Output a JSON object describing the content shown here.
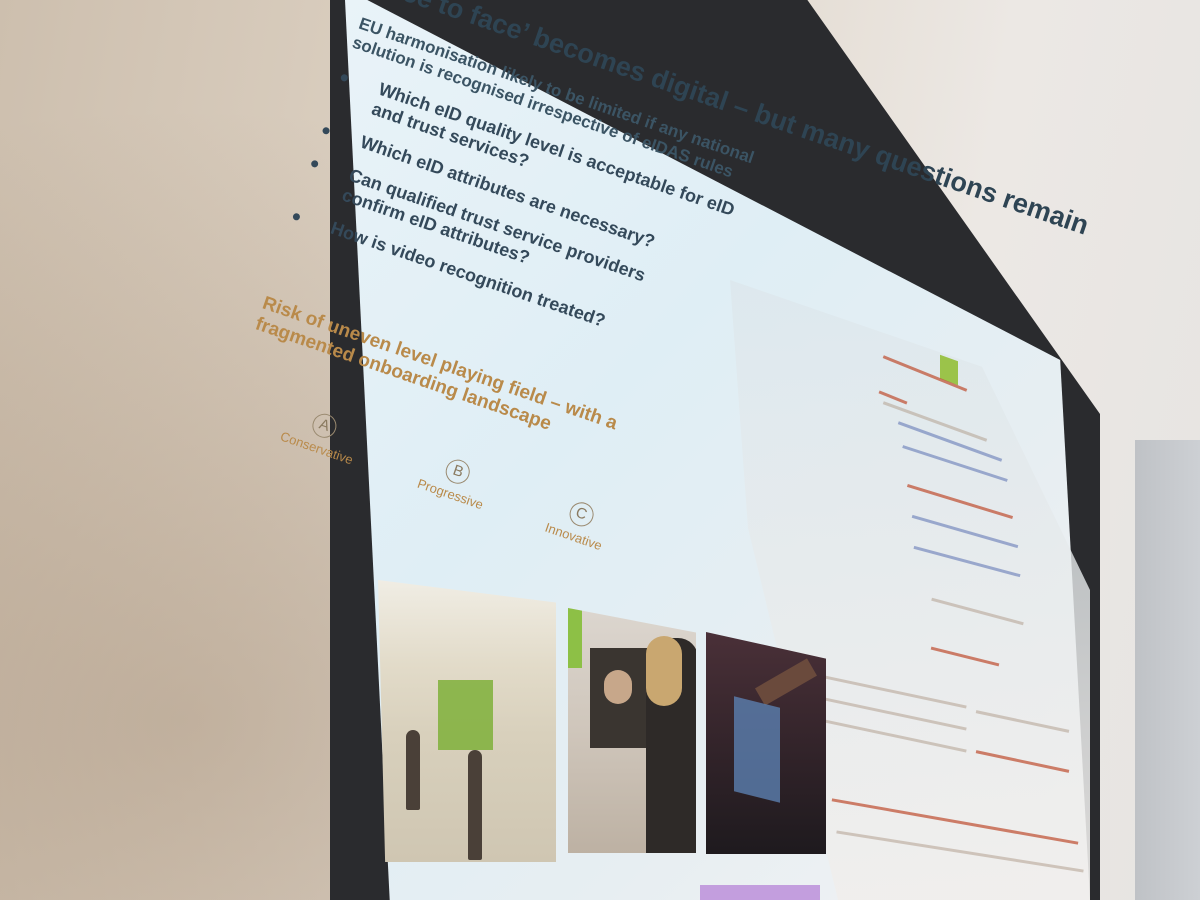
{
  "slide": {
    "title": "‘face to face’ becomes digital – but many questions remain",
    "intro": "EU harmonisation likely to be limited if any national solution is recognised irrespective of eIDAS rules",
    "bullets": [
      "Which eID quality level is acceptable for eID and trust services?",
      "Which eID attributes are necessary?",
      "Can qualified trust service providers confirm eID attributes?",
      "How is video recognition treated?"
    ],
    "risk": "Risk of uneven level playing field – with a fragmented onboarding landscape",
    "options": [
      {
        "letter": "A",
        "label": "Conservative"
      },
      {
        "letter": "B",
        "label": "Progressive"
      },
      {
        "letter": "C",
        "label": "Innovative"
      }
    ]
  },
  "colors": {
    "title": "#2e4453",
    "risk": "#b98a4a",
    "accent_green": "#8dc046"
  }
}
